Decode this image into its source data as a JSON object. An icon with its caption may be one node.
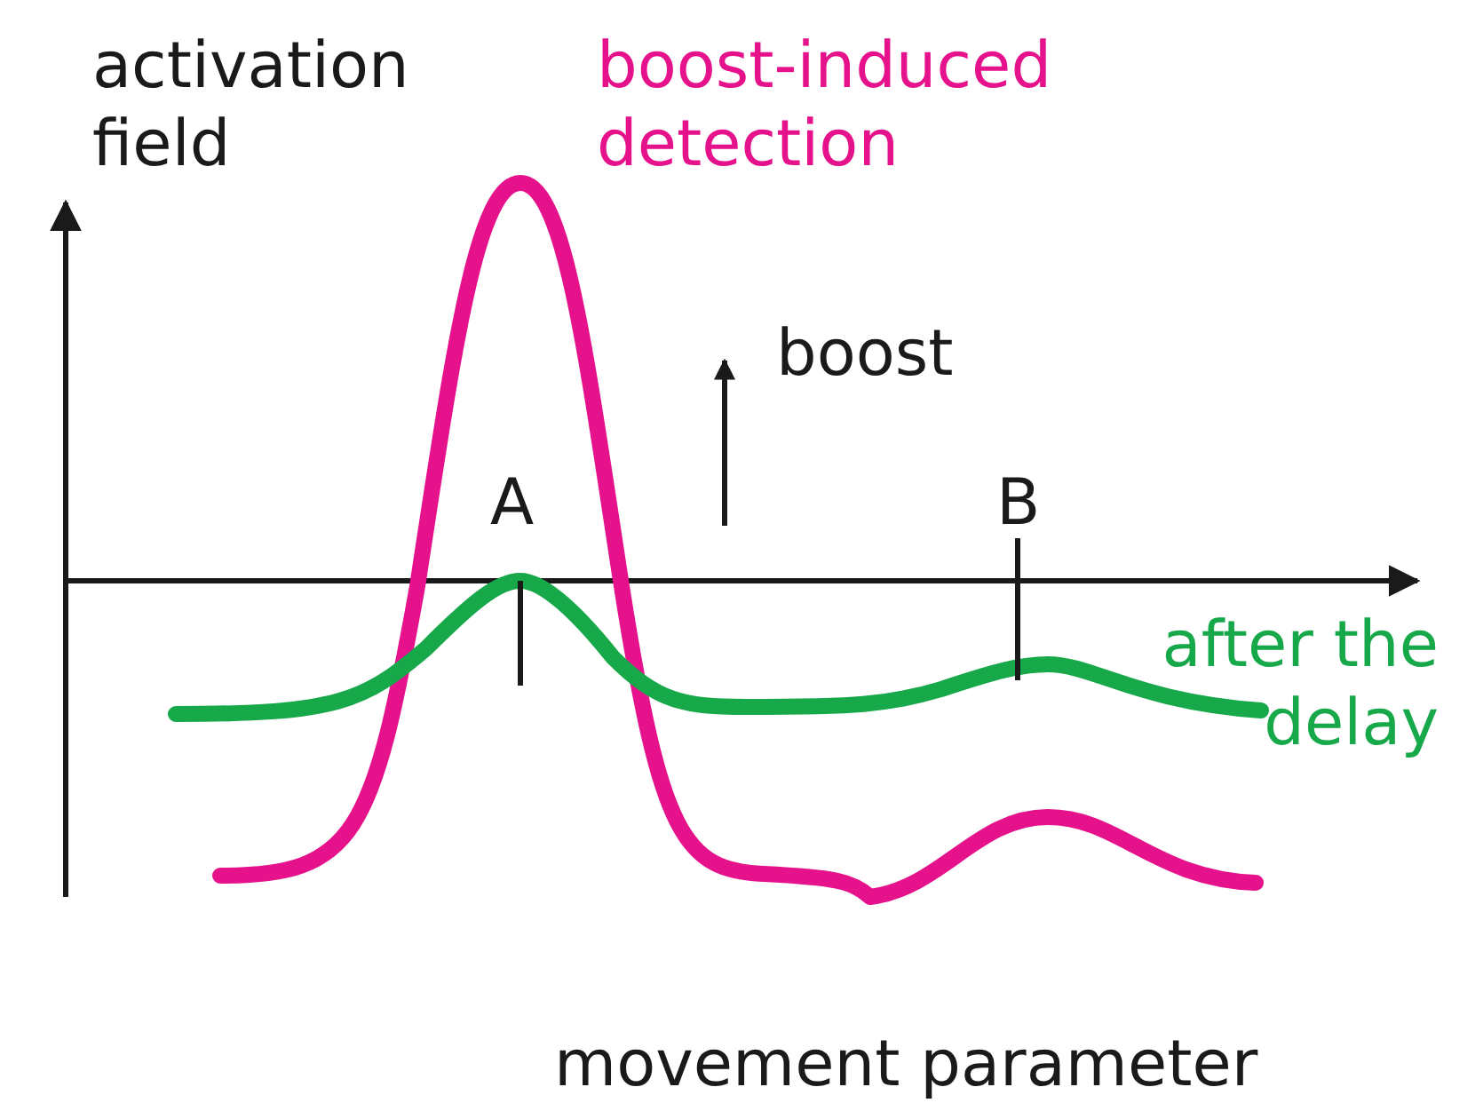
{
  "diagram": {
    "labels": [
      "activation field",
      "boost-induced detection",
      "boost",
      "A",
      "B",
      "after the delay",
      "movement parameter"
    ]
  }
}
